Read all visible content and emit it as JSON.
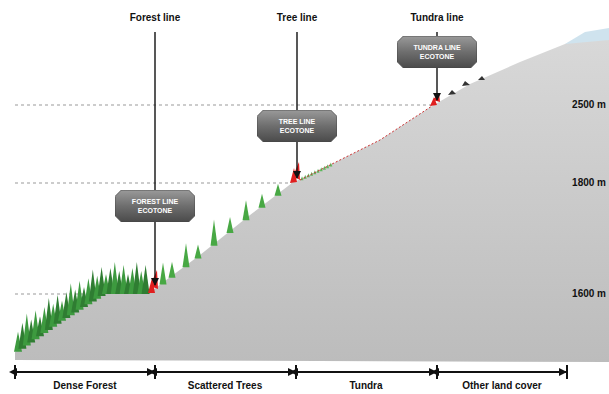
{
  "diagram": {
    "nodes": [
      {
        "text": [
          "FOREST LINE ECOTONE"
        ]
      },
      {
        "text": [
          "TREE LINE ECOTONE"
        ]
      },
      {
        "text": [
          "TUNDRA LINE ECOTONE"
        ]
      }
    ],
    "labels": [
      "Forest line",
      "Tree line",
      "Tundra line",
      "2500 m",
      "1800 m",
      "1600 m",
      "Dense Forest",
      "Scattered Trees",
      "Tundra",
      "Other land cover"
    ]
  }
}
